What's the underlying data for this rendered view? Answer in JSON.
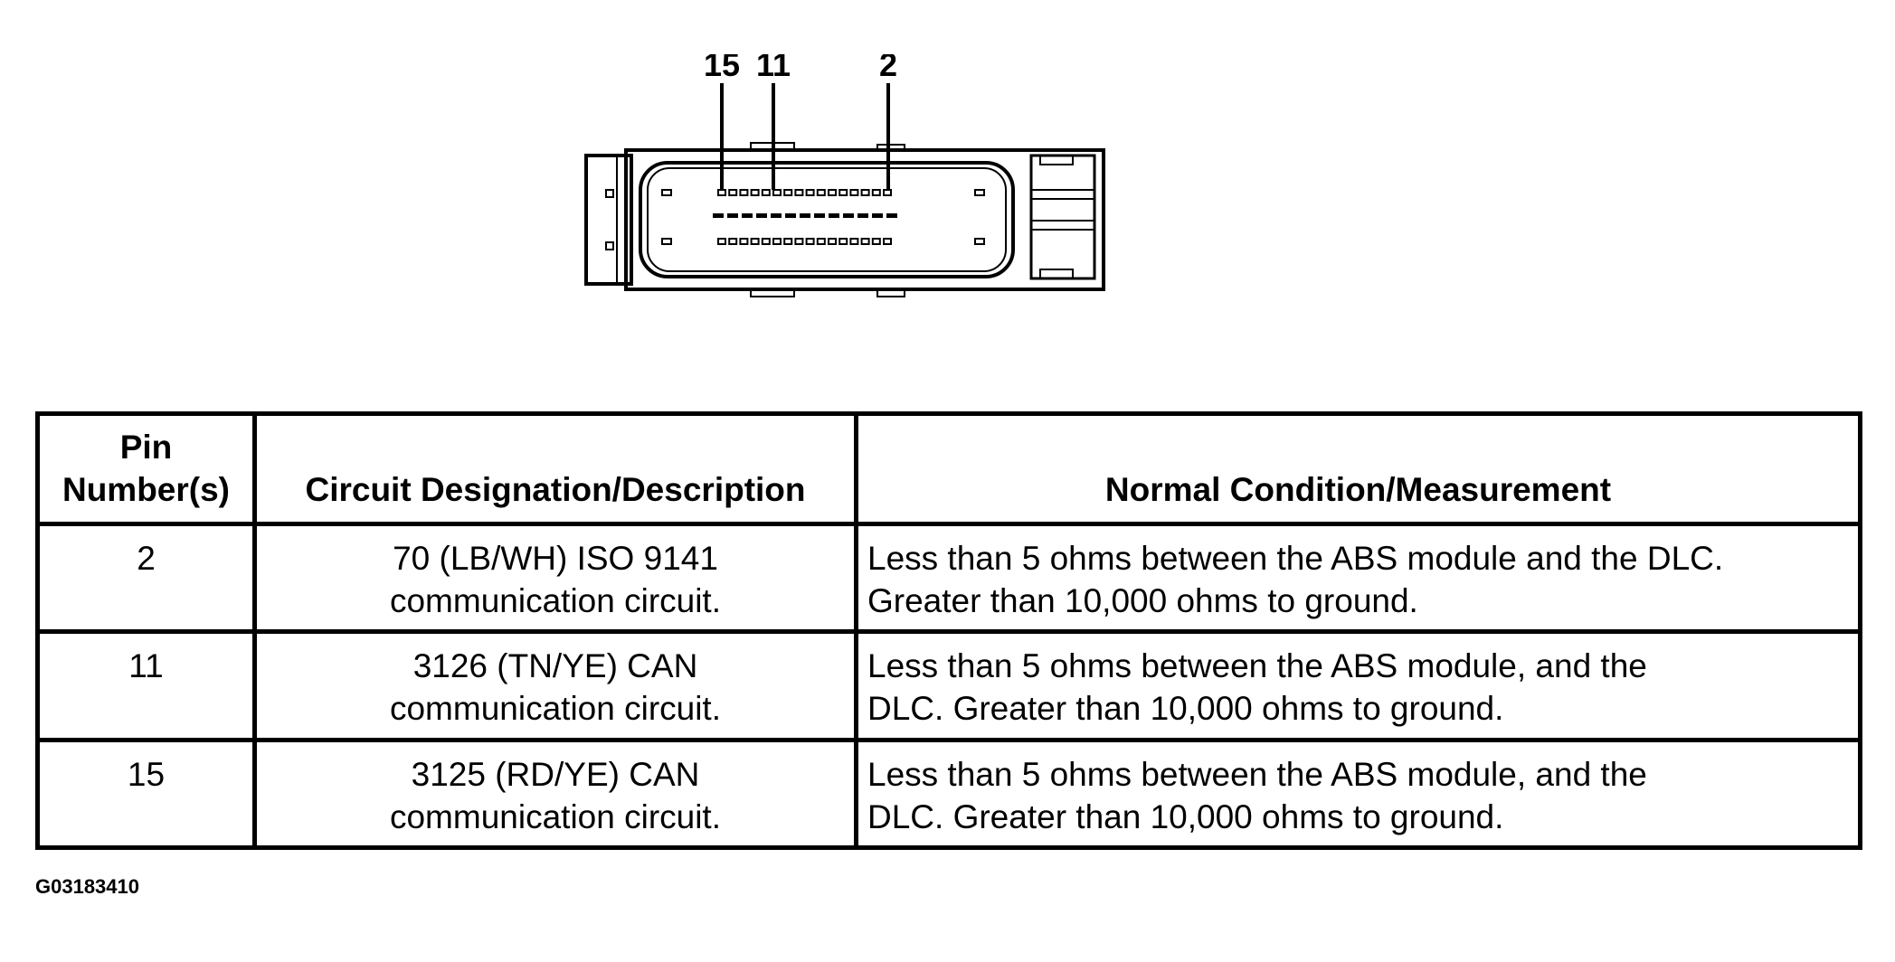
{
  "connector": {
    "pin_callouts": [
      "15",
      "11",
      "2"
    ]
  },
  "table": {
    "headers": {
      "pin": [
        "Pin",
        "Number(s)"
      ],
      "circuit": "Circuit Designation/Description",
      "condition": "Normal Condition/Measurement"
    },
    "rows": [
      {
        "pin": "2",
        "circuit": [
          "70 (LB/WH) ISO 9141",
          "communication circuit."
        ],
        "condition": [
          "Less than 5 ohms between the ABS module and the DLC.",
          "Greater than 10,000 ohms to ground."
        ]
      },
      {
        "pin": "11",
        "circuit": [
          "3126 (TN/YE) CAN",
          "communication circuit."
        ],
        "condition": [
          "Less than 5 ohms between the ABS module, and the",
          "DLC. Greater than 10,000 ohms to ground."
        ]
      },
      {
        "pin": "15",
        "circuit": [
          "3125 (RD/YE) CAN",
          "communication circuit."
        ],
        "condition": [
          "Less than 5 ohms between the ABS module, and the",
          "DLC. Greater than 10,000 ohms to ground."
        ]
      }
    ]
  },
  "figure_code": "G03183410"
}
